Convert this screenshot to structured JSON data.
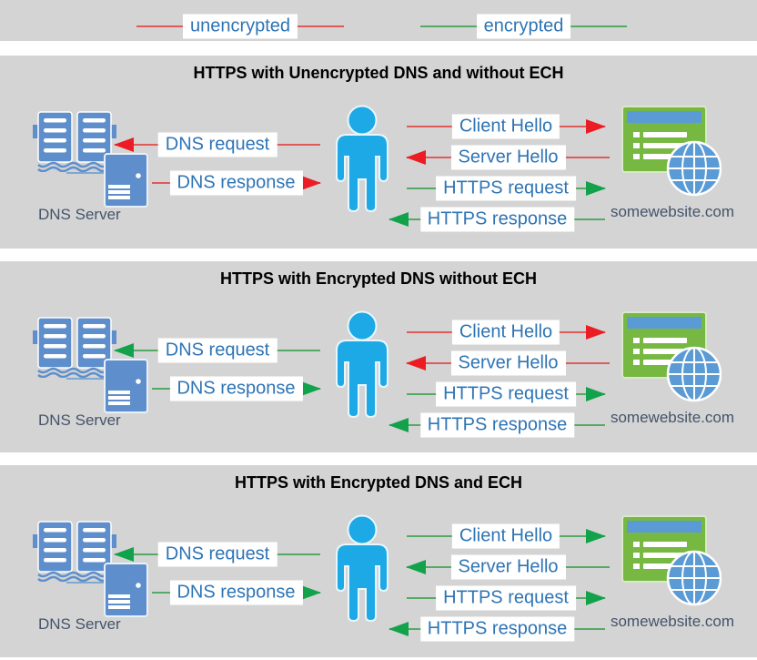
{
  "colors": {
    "unencrypted_head": "#ec1c24",
    "unencrypted_line": "#e05a5a",
    "encrypted_head": "#12a24b",
    "encrypted_line": "#54aa64",
    "panel_bg": "#d4d4d4",
    "label_text": "#2e74b5",
    "label_bg": "#ffffff",
    "caption_text": "#44546a",
    "title_text": "#000000",
    "person": "#1ca9e5",
    "dns_icon": "#5e8fcc",
    "connector": "#7fa8d0",
    "website_green": "#77b843",
    "website_blue": "#5b9bd5"
  },
  "legend": {
    "items": [
      {
        "label": "unencrypted",
        "encryption": "unencrypted"
      },
      {
        "label": "encrypted",
        "encryption": "encrypted"
      }
    ]
  },
  "panels": [
    {
      "title": "HTTPS with Unencrypted DNS and without ECH",
      "dns_server_caption": "DNS Server",
      "website_caption": "somewebsite.com",
      "arrows": {
        "dns_request": {
          "label": "DNS request",
          "encryption": "unencrypted",
          "direction": "to-dns-server"
        },
        "dns_response": {
          "label": "DNS response",
          "encryption": "unencrypted",
          "direction": "to-user"
        },
        "client_hello": {
          "label": "Client Hello",
          "encryption": "unencrypted",
          "direction": "to-website"
        },
        "server_hello": {
          "label": "Server Hello",
          "encryption": "unencrypted",
          "direction": "to-user"
        },
        "https_request": {
          "label": "HTTPS request",
          "encryption": "encrypted",
          "direction": "to-website"
        },
        "https_response": {
          "label": "HTTPS response",
          "encryption": "encrypted",
          "direction": "to-user"
        }
      }
    },
    {
      "title": "HTTPS with Encrypted DNS without ECH",
      "dns_server_caption": "DNS Server",
      "website_caption": "somewebsite.com",
      "arrows": {
        "dns_request": {
          "label": "DNS request",
          "encryption": "encrypted",
          "direction": "to-dns-server"
        },
        "dns_response": {
          "label": "DNS response",
          "encryption": "encrypted",
          "direction": "to-user"
        },
        "client_hello": {
          "label": "Client Hello",
          "encryption": "unencrypted",
          "direction": "to-website"
        },
        "server_hello": {
          "label": "Server Hello",
          "encryption": "unencrypted",
          "direction": "to-user"
        },
        "https_request": {
          "label": "HTTPS request",
          "encryption": "encrypted",
          "direction": "to-website"
        },
        "https_response": {
          "label": "HTTPS response",
          "encryption": "encrypted",
          "direction": "to-user"
        }
      }
    },
    {
      "title": "HTTPS with Encrypted DNS and ECH",
      "dns_server_caption": "DNS Server",
      "website_caption": "somewebsite.com",
      "arrows": {
        "dns_request": {
          "label": "DNS request",
          "encryption": "encrypted",
          "direction": "to-dns-server"
        },
        "dns_response": {
          "label": "DNS response",
          "encryption": "encrypted",
          "direction": "to-user"
        },
        "client_hello": {
          "label": "Client Hello",
          "encryption": "encrypted",
          "direction": "to-website"
        },
        "server_hello": {
          "label": "Server Hello",
          "encryption": "encrypted",
          "direction": "to-user"
        },
        "https_request": {
          "label": "HTTPS request",
          "encryption": "encrypted",
          "direction": "to-website"
        },
        "https_response": {
          "label": "HTTPS response",
          "encryption": "encrypted",
          "direction": "to-user"
        }
      }
    }
  ]
}
